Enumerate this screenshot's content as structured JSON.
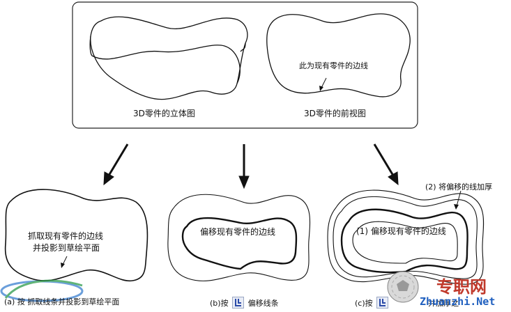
{
  "top_panel": {
    "label_3d": "3D零件的立体图",
    "label_front": "3D零件的前视图",
    "edge_note": "此为现有零件的边线"
  },
  "step_a": {
    "note_line1": "抓取现有零件的边线",
    "note_line2": "并投影到草绘平面",
    "caption": "(a) 按 抓取线条并投影到草绘平面"
  },
  "step_b": {
    "note": "偏移现有零件的边线",
    "caption_prefix": "(b)按",
    "caption_suffix": "偏移线条"
  },
  "step_c": {
    "note_thicken": "(2) 将偏移的线加厚",
    "note_offset": "(1) 偏移现有零件的边线",
    "caption_prefix": "(c)按",
    "caption_suffix": "并加厚之"
  },
  "watermark": {
    "site": "专职网",
    "url": "Zhuanzhi.Net"
  },
  "icons": [
    "offset-edge-icon",
    "thicken-icon",
    "project-edge-icon"
  ]
}
